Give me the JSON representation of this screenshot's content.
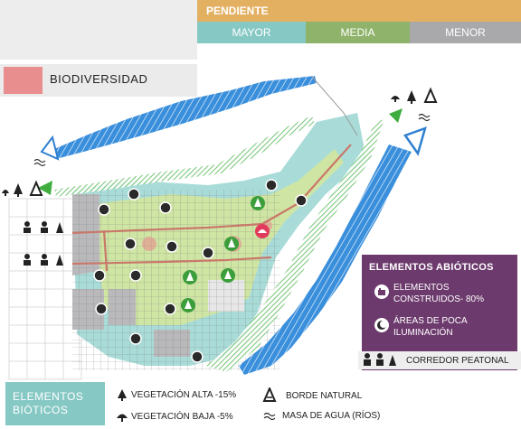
{
  "header": {
    "pendiente": {
      "title": "PENDIENTE",
      "levels": [
        "MAYOR",
        "MEDIA",
        "MENOR"
      ]
    },
    "biodiversidad": {
      "label": "BIODIVERSIDAD",
      "color": "#e88e8e"
    }
  },
  "abioticos": {
    "title": "ELEMENTOS ABIÓTICOS",
    "items": [
      {
        "icon": "building-icon",
        "text": "ELEMENTOS CONSTRUIDOS- 80%"
      },
      {
        "icon": "moon-icon",
        "text": "ÁREAS DE POCA ILUMINACIÓN"
      },
      {
        "icon": "pedestrian-icons",
        "text": "CORREDOR PEATONAL"
      }
    ]
  },
  "bioticos": {
    "title": "ELEMENTOS BIÓTICOS",
    "items": [
      {
        "icon": "tree-icon",
        "text": "VEGETACIÓN ALTA -15%"
      },
      {
        "icon": "plant-icon",
        "text": "VEGETACIÓN BAJA -5%"
      },
      {
        "icon": "mountain-icon",
        "text": "BORDE NATURAL"
      },
      {
        "icon": "water-icon",
        "text": "MASA DE AGUA (RÍOS)"
      }
    ]
  },
  "colors": {
    "pendiente_title": "#e3b062",
    "mayor": "#86c8c4",
    "media": "#8fb36a",
    "menor": "#a9a9ab",
    "abioticos_panel": "#6c3a6d",
    "bioticos_panel": "#86c8c4",
    "river": "#2f7fd0",
    "green_arrow": "#3fae3f"
  }
}
